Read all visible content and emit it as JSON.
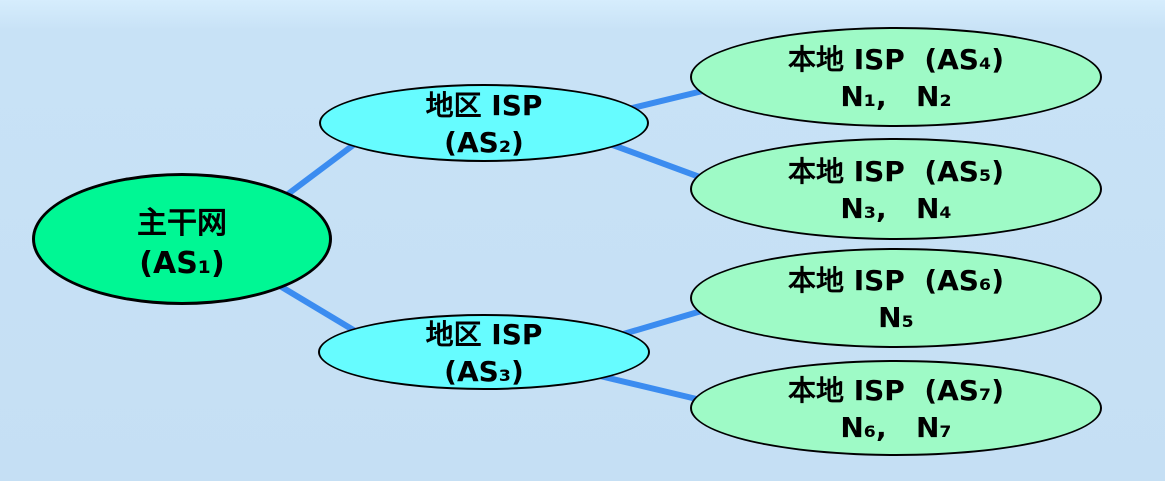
{
  "diagram": {
    "type": "network-hierarchy-diagram",
    "description_language": "zh-CN",
    "colors": {
      "background": "#c5dff4",
      "link": "#3b8cf0",
      "backbone_fill": "#00f794",
      "regional_isp_fill": "#66fcff",
      "local_isp_fill": "#9efac6",
      "outline": "#000000",
      "text": "#000000"
    },
    "nodes": {
      "backbone": {
        "line1": "主干网",
        "line2": "(AS₁)"
      },
      "as2": {
        "line1": "地区 ISP",
        "line2": "(AS₂)"
      },
      "as3": {
        "line1": "地区 ISP",
        "line2": "(AS₃)"
      },
      "as4": {
        "line1": "本地 ISP  (AS₄)",
        "line2": "N₁,   N₂"
      },
      "as5": {
        "line1": "本地 ISP  (AS₅)",
        "line2": "N₃,   N₄"
      },
      "as6": {
        "line1": "本地 ISP  (AS₆)",
        "line2": "N₅"
      },
      "as7": {
        "line1": "本地 ISP  (AS₇)",
        "line2": "N₆,   N₇"
      }
    },
    "links": [
      {
        "from": "backbone",
        "to": "as2"
      },
      {
        "from": "backbone",
        "to": "as3"
      },
      {
        "from": "as2",
        "to": "as4"
      },
      {
        "from": "as2",
        "to": "as5"
      },
      {
        "from": "as3",
        "to": "as6"
      },
      {
        "from": "as3",
        "to": "as7"
      }
    ]
  }
}
